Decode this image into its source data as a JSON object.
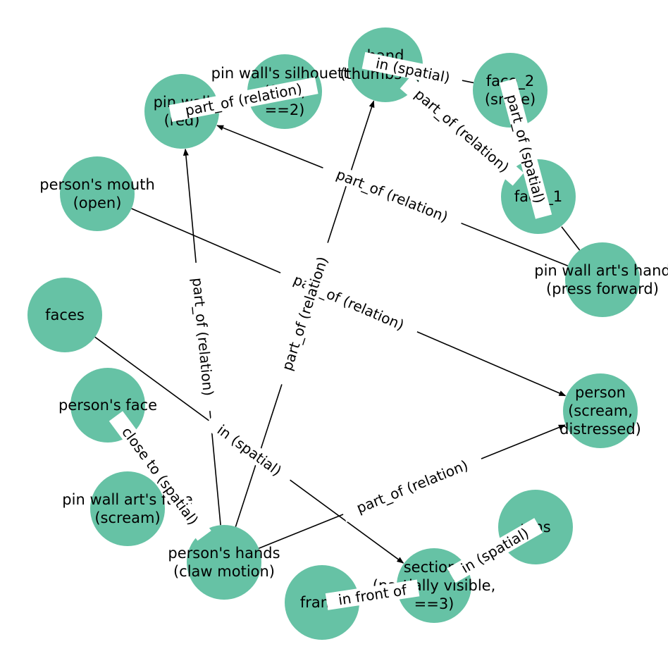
{
  "nodes": [
    {
      "id": "pin_wall",
      "lines": [
        "pin wall",
        "(red)"
      ]
    },
    {
      "id": "pin_wall_silhouette",
      "lines": [
        "pin wall's silhouette",
        "(face,",
        "==2)"
      ]
    },
    {
      "id": "hand",
      "lines": [
        "hand",
        "(thumbs up)"
      ]
    },
    {
      "id": "face_2",
      "lines": [
        "face_2",
        "(smile)"
      ]
    },
    {
      "id": "face_1",
      "lines": [
        "face_1"
      ]
    },
    {
      "id": "persons_mouth",
      "lines": [
        "person's mouth",
        "(open)"
      ]
    },
    {
      "id": "pin_wall_art_hand",
      "lines": [
        "pin wall art's hand",
        "(press forward)"
      ]
    },
    {
      "id": "faces",
      "lines": [
        "faces"
      ]
    },
    {
      "id": "person",
      "lines": [
        "person",
        "(scream,",
        "distressed)"
      ]
    },
    {
      "id": "persons_face",
      "lines": [
        "person's face"
      ]
    },
    {
      "id": "pin_wall_art_face",
      "lines": [
        "pin wall art's face",
        "(scream)"
      ]
    },
    {
      "id": "pins",
      "lines": [
        "pins"
      ]
    },
    {
      "id": "persons_hands",
      "lines": [
        "person's hands",
        "(claw motion)"
      ]
    },
    {
      "id": "sections",
      "lines": [
        "sections",
        "(partially visible,",
        "==3)"
      ]
    },
    {
      "id": "frame",
      "lines": [
        "frame"
      ]
    }
  ],
  "edges": [
    {
      "from": "pin_wall_art_hand",
      "to": "pin_wall",
      "label": "part_of (relation)",
      "arrow": true
    },
    {
      "from": "pin_wall_art_hand",
      "to": "face_1",
      "label": "",
      "arrow": false
    },
    {
      "from": "face_1",
      "to": "hand",
      "label": "part_of (relation)",
      "arrow": true
    },
    {
      "from": "face_1",
      "to": "face_2",
      "label": "part_of (spatial)",
      "arrow": false
    },
    {
      "from": "face_2",
      "to": "hand",
      "label": "in (spatial)",
      "arrow": false
    },
    {
      "from": "pin_wall",
      "to": "pin_wall_silhouette",
      "label": "part_of (relation)",
      "arrow": false
    },
    {
      "from": "persons_mouth",
      "to": "person",
      "label": "part_of (relation)",
      "arrow": true
    },
    {
      "from": "persons_hands",
      "to": "pin_wall",
      "label": "part_of (relation)",
      "arrow": true
    },
    {
      "from": "persons_hands",
      "to": "hand",
      "label": "part_of (relation)",
      "arrow": true
    },
    {
      "from": "persons_hands",
      "to": "person",
      "label": "part_of (relation)",
      "arrow": true
    },
    {
      "from": "faces",
      "to": "sections",
      "label": "in (spatial)",
      "arrow": true
    },
    {
      "from": "persons_face",
      "to": "persons_hands",
      "label": "close to (spatial)",
      "arrow": false
    },
    {
      "from": "sections",
      "to": "pins",
      "label": "in (spatial)",
      "arrow": false
    },
    {
      "from": "sections",
      "to": "frame",
      "label": "in front of",
      "arrow": false
    }
  ]
}
